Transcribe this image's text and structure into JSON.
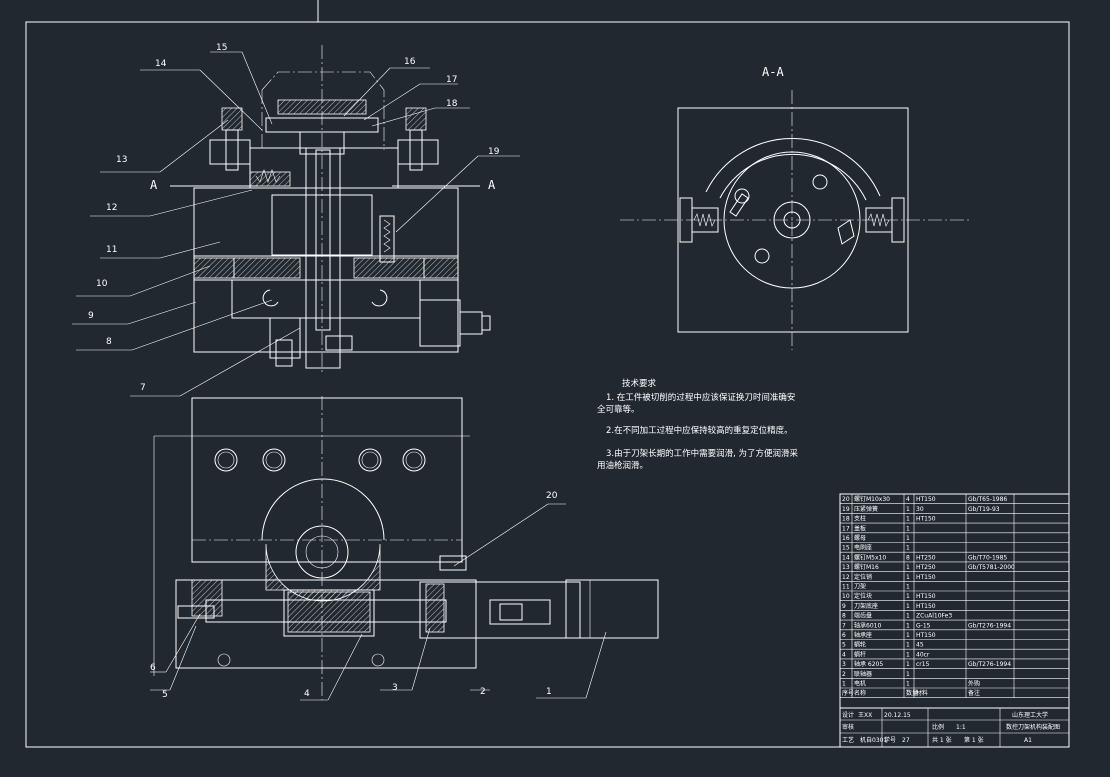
{
  "section": {
    "mark": "A",
    "title": "A-A"
  },
  "callouts": [
    "1",
    "2",
    "3",
    "4",
    "5",
    "6",
    "7",
    "8",
    "9",
    "10",
    "11",
    "12",
    "13",
    "14",
    "15",
    "16",
    "17",
    "18",
    "19",
    "20"
  ],
  "tech": {
    "heading": "技术要求",
    "line1": "1. 在工件被切削的过程中应该保证换刀时间准确安",
    "line1b": "全可靠等。",
    "line2": "2.在不同加工过程中应保持较高的重复定位精度。",
    "line3": "3.由于刀架长期的工作中需要润滑, 为了方便润滑采",
    "line3b": "用油枪润滑。"
  },
  "bom": [
    {
      "no": "20",
      "name": "螺钉M10x30",
      "qty": "4",
      "mat": "HT150",
      "std": "Gb/T65-1986"
    },
    {
      "no": "19",
      "name": "压紧弹簧",
      "qty": "1",
      "mat": "30",
      "std": "Gb/T19-93"
    },
    {
      "no": "18",
      "name": "支柱",
      "qty": "1",
      "mat": "HT150",
      "std": ""
    },
    {
      "no": "17",
      "name": "盖板",
      "qty": "1",
      "mat": "",
      "std": ""
    },
    {
      "no": "16",
      "name": "螺母",
      "qty": "1",
      "mat": "",
      "std": ""
    },
    {
      "no": "15",
      "name": "电刷座",
      "qty": "1",
      "mat": "",
      "std": ""
    },
    {
      "no": "14",
      "name": "螺钉M5x10",
      "qty": "8",
      "mat": "HT250",
      "std": "Gb/T70-1985"
    },
    {
      "no": "13",
      "name": "螺钉M16",
      "qty": "1",
      "mat": "HT250",
      "std": "Gb/T5781-2000"
    },
    {
      "no": "12",
      "name": "定位销",
      "qty": "1",
      "mat": "HT150",
      "std": ""
    },
    {
      "no": "11",
      "name": "刀架",
      "qty": "1",
      "mat": "",
      "std": ""
    },
    {
      "no": "10",
      "name": "定位块",
      "qty": "1",
      "mat": "HT150",
      "std": ""
    },
    {
      "no": "9",
      "name": "刀架底座",
      "qty": "1",
      "mat": "HT150",
      "std": ""
    },
    {
      "no": "8",
      "name": "端齿盘",
      "qty": "1",
      "mat": "ZCuAl10Fe3",
      "std": ""
    },
    {
      "no": "7",
      "name": "轴承6010",
      "qty": "1",
      "mat": "G-15",
      "std": "Gb/T276-1994"
    },
    {
      "no": "6",
      "name": "轴承座",
      "qty": "1",
      "mat": "HT150",
      "std": ""
    },
    {
      "no": "5",
      "name": "蜗轮",
      "qty": "1",
      "mat": "45",
      "std": ""
    },
    {
      "no": "4",
      "name": "蜗杆",
      "qty": "1",
      "mat": "40cr",
      "std": ""
    },
    {
      "no": "3",
      "name": "轴承 6205",
      "qty": "1",
      "mat": "cr15",
      "std": "Gb/T276-1994"
    },
    {
      "no": "2",
      "name": "联轴器",
      "qty": "1",
      "mat": "",
      "std": ""
    },
    {
      "no": "1",
      "name": "电机",
      "qty": "1",
      "mat": "",
      "std": "外购"
    }
  ],
  "bom_header": {
    "no": "序号",
    "name": "名称",
    "qty": "数量",
    "mat": "材料",
    "std": "备注"
  },
  "title_block": {
    "design": "设计",
    "check": "审核",
    "process": "工艺",
    "date": "20.12.15",
    "designer": "王XX",
    "school": "山东理工大学",
    "scale_label": "比例",
    "scale": "1:1",
    "drawing_name": "数控刀架机构装配图",
    "sheet_label": "共 1 张",
    "sheet": "第 1 张",
    "size": "A1",
    "class": "机自0301",
    "student_no": "27",
    "mark_label": "学号"
  }
}
